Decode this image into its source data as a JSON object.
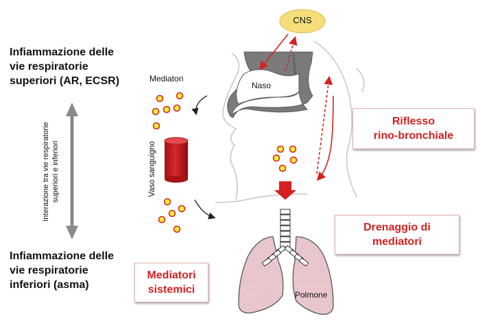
{
  "left_panel": {
    "upper_heading_lines": [
      "Infiammazione delle",
      "vie respiratorie",
      "superiori (AR, ECSR)"
    ],
    "lower_heading_lines": [
      "Infiammazione delle",
      "vie respiratorie",
      "inferiori (asma)"
    ],
    "interaction_label_lines": [
      "Interazione tra vie respiratorie",
      "superiori e inferiori"
    ]
  },
  "labels": {
    "cns": "CNS",
    "naso": "Naso",
    "mediatori": "Mediatori",
    "vaso_sanguigno": "Vaso sanguigno",
    "polmone": "Polmone"
  },
  "boxes": {
    "riflesso": [
      "Riflesso",
      "rino-bronchiale"
    ],
    "drenaggio": [
      "Drenaggio di",
      "mediatori"
    ],
    "sistemici": [
      "Mediatori",
      "sistemici"
    ]
  },
  "colors": {
    "accent_red": "#d42020",
    "cns_fill": "#f5de7a",
    "lung_fill": "#e9c8ce",
    "nasal_gray": "#7a7a7a",
    "vessel_red": "#c8191c",
    "mediator_yellow": "#f7ea3a"
  }
}
